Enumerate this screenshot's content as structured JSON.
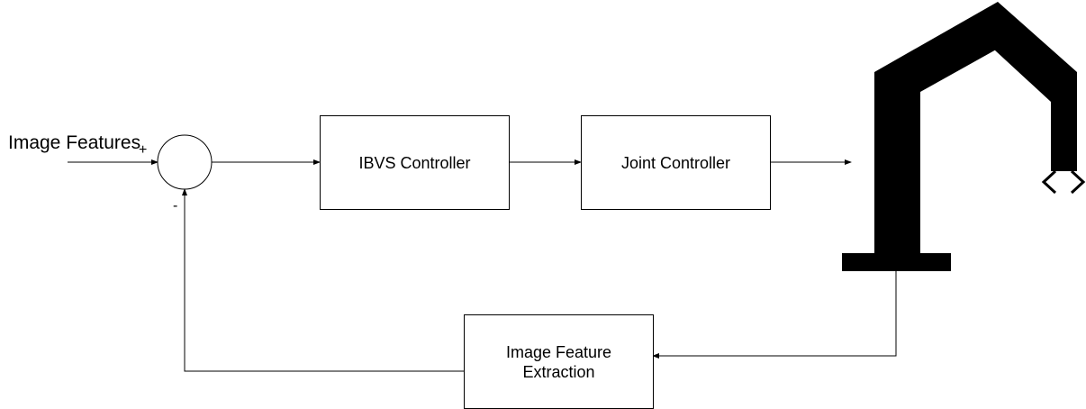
{
  "input_label": "Image Features",
  "summing_junction": {
    "plus_sign": "+",
    "minus_sign": "-"
  },
  "blocks": {
    "ibvs_controller": "IBVS Controller",
    "joint_controller": "Joint Controller",
    "feature_extraction_line1": "Image Feature",
    "feature_extraction_line2": "Extraction"
  },
  "icons": {
    "robot_arm": "robot-arm-icon"
  },
  "colors": {
    "stroke": "#000000",
    "background": "#ffffff"
  }
}
